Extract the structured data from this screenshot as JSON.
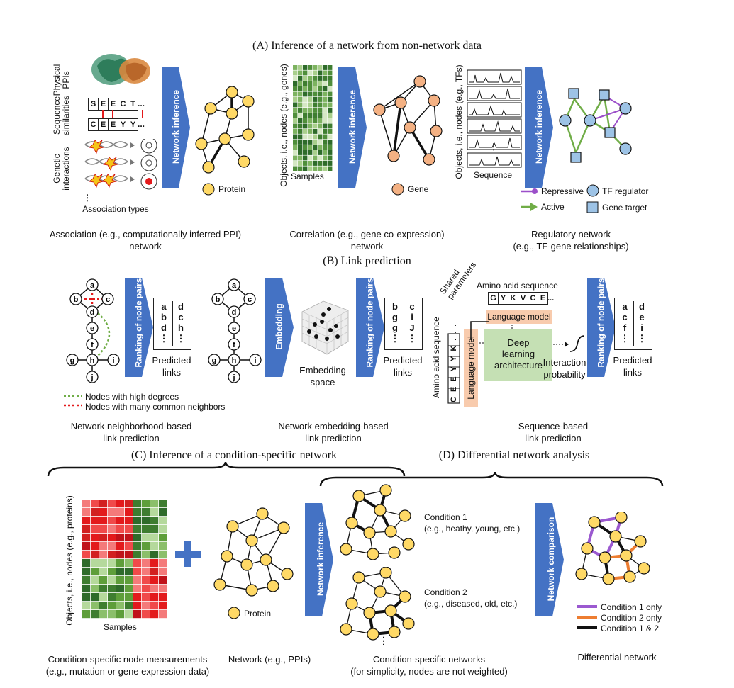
{
  "sections": {
    "a_title": "(A) Inference of a network from non-network data",
    "b_title": "(B) Link prediction",
    "c_title": "(C) Inference of a condition-specific network",
    "d_title": "(D) Differential network analysis"
  },
  "panel_a": {
    "row_labels": {
      "ppi_1": "Physical",
      "ppi_2": "PPIs",
      "seq_1": "Sequence",
      "seq_2": "similarities",
      "gen_1": "Genetic",
      "gen_2": "interactions",
      "assoc_types": "Association types"
    },
    "seq_top": [
      "S",
      "E",
      "E",
      "C",
      "T"
    ],
    "seq_bottom": [
      "C",
      "E",
      "E",
      "Y",
      "Y"
    ],
    "ellipsis": "...",
    "vdots": "⋮",
    "arrow_label": "Network inference",
    "protein_legend": "Protein",
    "cap1_1": "Association (e.g., computationally inferred PPI)",
    "cap1_2": "network",
    "objects_label": "Objects, i.e., nodes (e.g., genes)",
    "samples_label": "Samples",
    "gene_legend": "Gene",
    "cap2_1": "Correlation (e.g., gene co-expression)",
    "cap2_2": "network",
    "objects_tf_label": "Objects, i.e., nodes (e.g., TFs)",
    "sequence_label": "Sequence",
    "repressive": "Repressive",
    "active": "Active",
    "tf_regulator": "TF regulator",
    "gene_target": "Gene target",
    "cap3_1": "Regulatory network",
    "cap3_2": "(e.g., TF-gene relationships)"
  },
  "panel_b": {
    "ranking_label": "Ranking of node pairs",
    "embedding_label": "Embedding",
    "nodes": [
      "a",
      "b",
      "c",
      "d",
      "e",
      "f",
      "g",
      "h",
      "i",
      "j"
    ],
    "list1_left": [
      "a",
      "b",
      "d",
      "⋮"
    ],
    "list1_right": [
      "d",
      "c",
      "h",
      "⋮"
    ],
    "list2_left": [
      "b",
      "g",
      "g",
      "⋮"
    ],
    "list2_right": [
      "c",
      "i",
      "J",
      "⋮"
    ],
    "list3_left": [
      "a",
      "c",
      "f",
      "⋮"
    ],
    "list3_right": [
      "d",
      "e",
      "i",
      "⋮"
    ],
    "predicted_1": "Predicted",
    "predicted_2": "links",
    "legend_green": "Nodes with high degrees",
    "legend_red": "Nodes with many common neighbors",
    "embedding_space_1": "Embedding",
    "embedding_space_2": "space",
    "cap1_1": "Network neighborhood-based",
    "cap1_2": "link prediction",
    "cap2_1": "Network embedding-based",
    "cap2_2": "link prediction",
    "amino_top": "Amino acid sequence",
    "amino_top_seq": [
      "G",
      "Y",
      "K",
      "V",
      "C",
      "E"
    ],
    "amino_left": "Amino acid sequence",
    "amino_left_seq": [
      "C",
      "E",
      "E",
      "Y",
      "Y",
      "K"
    ],
    "shared_1": "Shared",
    "shared_2": "parameters",
    "language_model": "Language model",
    "deep_1": "Deep",
    "deep_2": "learning",
    "deep_3": "architecture",
    "interaction_1": "Interaction",
    "interaction_2": "probability",
    "cap3_1": "Sequence-based",
    "cap3_2": "link prediction"
  },
  "panel_cd": {
    "objects_label": "Objects, i.e., nodes (e.g., proteins)",
    "samples_label": "Samples",
    "protein_legend": "Protein",
    "network_inference": "Network inference",
    "network_comparison": "Network comparison",
    "condition1": "Condition 1",
    "condition1_sub": "(e.g., heathy, young, etc.)",
    "condition2": "Condition 2",
    "condition2_sub": "(e.g., diseased, old, etc.)",
    "legend_c1": "Condition 1 only",
    "legend_c2": "Condition 2 only",
    "legend_c12": "Condition 1 & 2",
    "cap1_1": "Condition-specific node measurements",
    "cap1_2": "(e.g., mutation or gene expression data)",
    "cap2": "Network (e.g., PPIs)",
    "cap3_1": "Condition-specific networks",
    "cap3_2": "(for simplicity, nodes are not weighted)",
    "cap4": "Differential network"
  },
  "colors": {
    "arrow_blue": "#4472C4",
    "protein_yellow": "#FFD966",
    "gene_salmon": "#F4B183",
    "tf_blue": "#9DC3E6",
    "repressive_purple": "#9B4FC9",
    "active_green": "#70AD47",
    "condition1_purple": "#9B59D0",
    "condition2_orange": "#ED7D31",
    "deep_green": "#C5E0B4",
    "lm_peach": "#F8CBAD",
    "heat_red": "#E31A1C",
    "heat_green": "#5E9E3A"
  }
}
